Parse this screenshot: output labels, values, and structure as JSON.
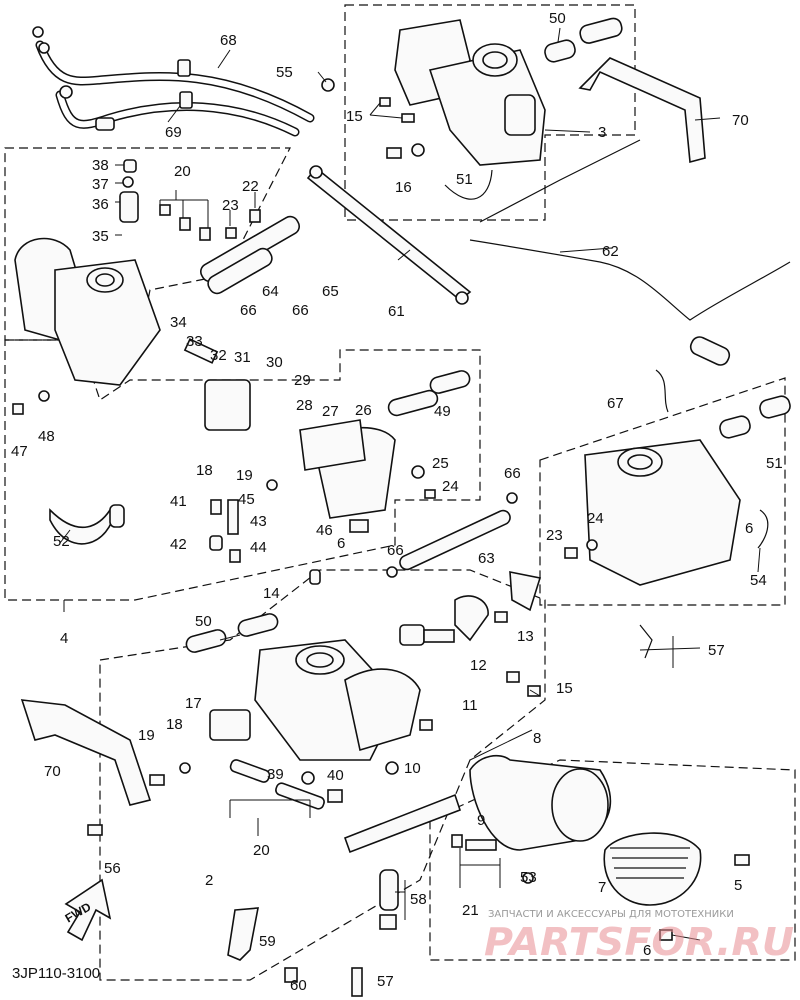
{
  "document_code": "3JP110-3100",
  "fwd_label": "FWD",
  "watermark": {
    "caption": "ЗАПЧАСТИ И АКСЕССУАРЫ ДЛЯ МОТОТЕХНИКИ",
    "logo_text": "PARTSFOR.RU"
  },
  "callouts": [
    "2",
    "3",
    "4",
    "5",
    "6",
    "6",
    "6",
    "7",
    "8",
    "9",
    "10",
    "11",
    "12",
    "13",
    "14",
    "15",
    "15",
    "16",
    "17",
    "18",
    "18",
    "19",
    "19",
    "20",
    "20",
    "21",
    "22",
    "23",
    "23",
    "24",
    "24",
    "25",
    "26",
    "27",
    "28",
    "29",
    "30",
    "31",
    "32",
    "33",
    "34",
    "35",
    "36",
    "37",
    "38",
    "39",
    "40",
    "41",
    "42",
    "43",
    "44",
    "45",
    "46",
    "47",
    "48",
    "49",
    "50",
    "50",
    "51",
    "51",
    "52",
    "53",
    "54",
    "55",
    "56",
    "57",
    "57",
    "58",
    "59",
    "60",
    "61",
    "62",
    "63",
    "64",
    "65",
    "66",
    "66",
    "66",
    "66",
    "67",
    "68",
    "69",
    "70",
    "70"
  ]
}
